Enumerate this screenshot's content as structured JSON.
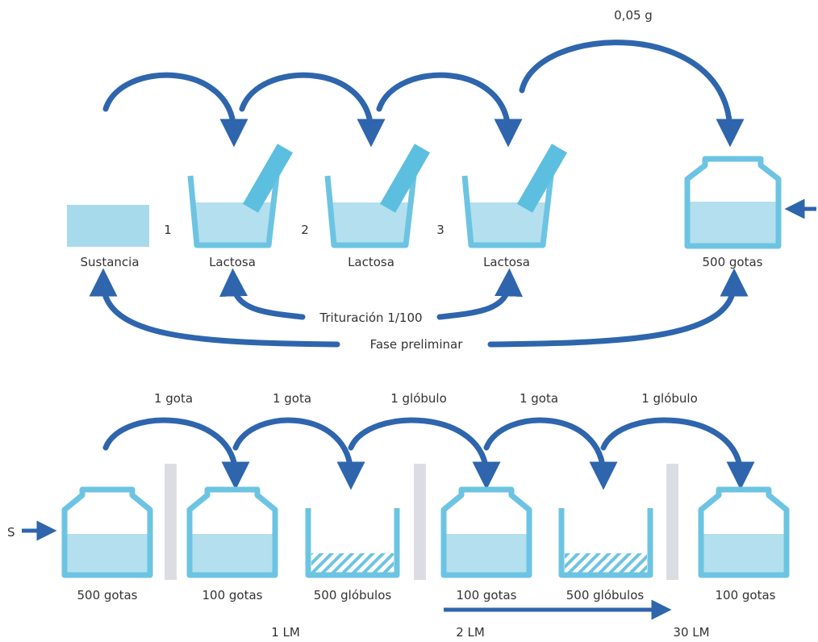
{
  "colors": {
    "arrow": "#2e65ad",
    "container": "#6cc4e2",
    "liquid": "#b3dfee",
    "powder": "#a7daeb",
    "pestle": "#5cbfdf",
    "separator": "#dcdde3"
  },
  "top": {
    "mass_label": "0,05 g",
    "step_numbers": [
      "1",
      "2",
      "3"
    ],
    "labels": {
      "sustancia": "Sustancia",
      "lactosa_1": "Lactosa",
      "lactosa_2": "Lactosa",
      "lactosa_3": "Lactosa",
      "gotas": "500 gotas"
    },
    "trituracion": "Trituración 1/100",
    "fase": "Fase preliminar"
  },
  "bottom": {
    "transfers": [
      "1 gota",
      "1 gota",
      "1 glóbulo",
      "1 gota",
      "1 glóbulo"
    ],
    "containers": [
      "500 gotas",
      "100 gotas",
      "500 glóbulos",
      "100 gotas",
      "500 glóbulos",
      "100 gotas"
    ],
    "input_label": "S",
    "levels": [
      "1 LM",
      "2 LM",
      "30 LM"
    ]
  }
}
